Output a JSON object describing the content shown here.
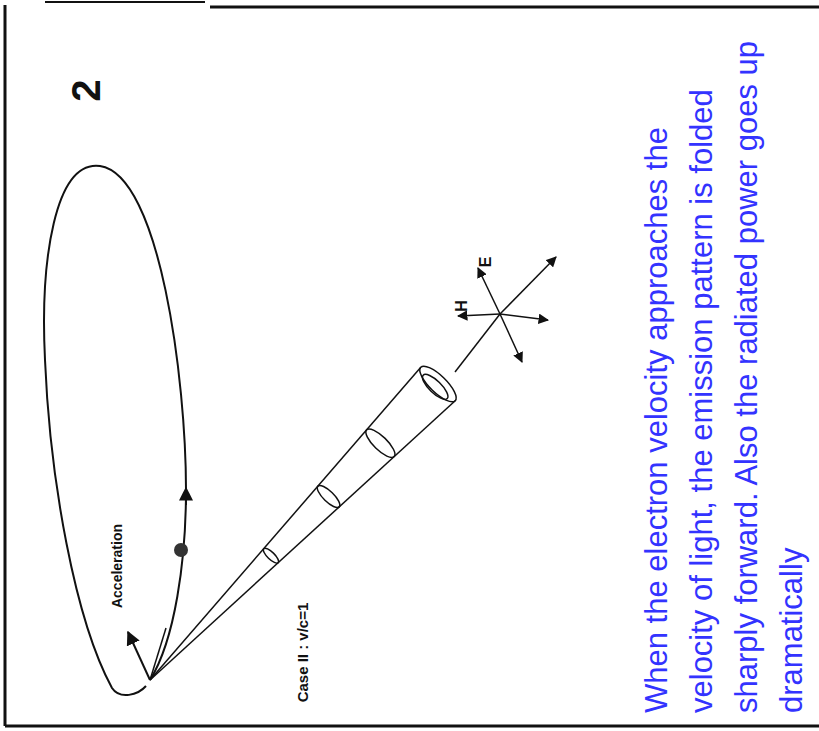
{
  "diagram": {
    "caption": "When the electron velocity approaches the velocity of light, the emission pattern is folded sharply forward. Also the radiated power goes up dramatically",
    "labels": [
      "2",
      "Acceleration",
      "Case II : v/c=1",
      "H",
      "E"
    ]
  }
}
